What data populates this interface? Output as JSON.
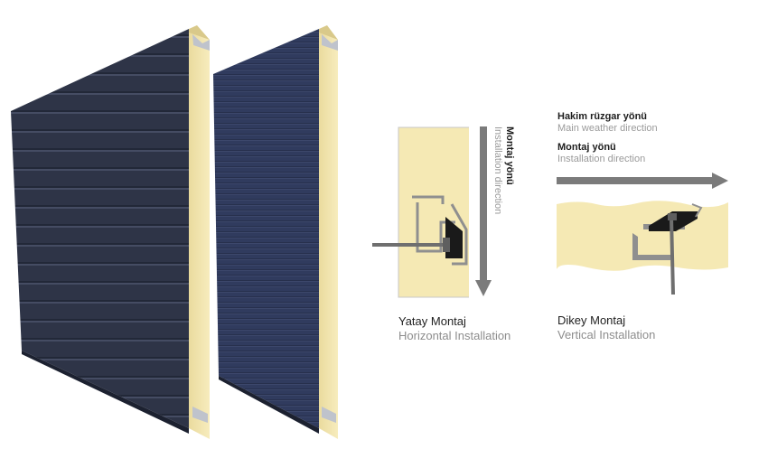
{
  "horizontal_detail": {
    "direction_tr": "Montaj yönü",
    "direction_en": "Installation direction",
    "caption_tr": "Yatay Montaj",
    "caption_en": "Horizontal Installation"
  },
  "vertical_detail": {
    "wind_tr": "Hakim rüzgar yönü",
    "wind_en": "Main weather direction",
    "direction_tr": "Montaj yönü",
    "direction_en": "Installation direction",
    "caption_tr": "Dikey Montaj",
    "caption_en": "Vertical Installation"
  },
  "colors": {
    "panel_dark": "#2e3447",
    "panel_blue": "#2f3a5c",
    "insulation_core": "#f5e9b4",
    "arrow_grey": "#7b7b7b"
  }
}
